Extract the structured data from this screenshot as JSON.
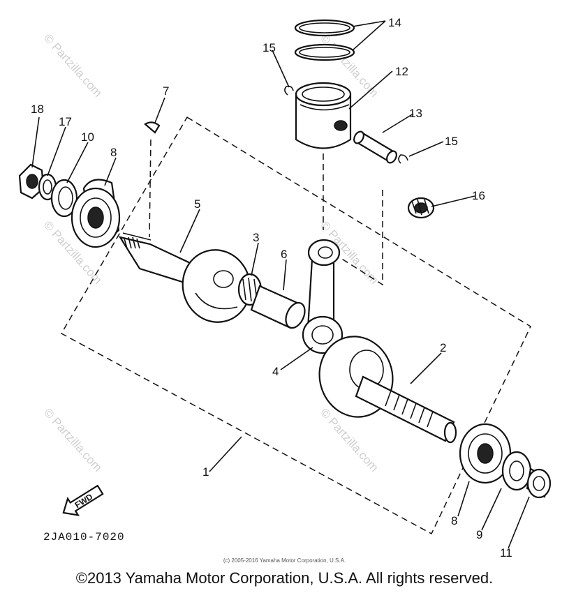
{
  "diagram_code": "2JA010-7020",
  "fwd_label": "FWD",
  "callouts": {
    "c1": "1",
    "c2": "2",
    "c3": "3",
    "c4": "4",
    "c5": "5",
    "c6": "6",
    "c7": "7",
    "c8a": "8",
    "c8b": "8",
    "c9": "9",
    "c10": "10",
    "c11": "11",
    "c12": "12",
    "c13": "13",
    "c14": "14",
    "c15a": "15",
    "c15b": "15",
    "c16": "16",
    "c17": "17",
    "c18": "18"
  },
  "watermark": "© Partzilla.com",
  "copyright_small": "(c) 2005-2016 Yamaha Motor Corporation, U.S.A.",
  "copyright_main": "©2013 Yamaha Motor Corporation, U.S.A. All rights reserved."
}
